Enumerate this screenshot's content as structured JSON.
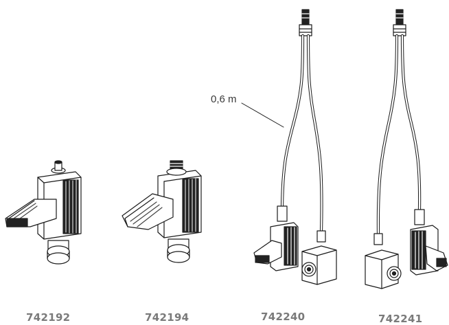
{
  "products": [
    {
      "code": "742192"
    },
    {
      "code": "742194"
    },
    {
      "code": "742240"
    },
    {
      "code": "742241"
    }
  ],
  "annotation": {
    "cable_length": "0,6 m"
  },
  "colors": {
    "line": "#1a1a1a",
    "label": "#7a7a7a",
    "background": "#ffffff"
  }
}
